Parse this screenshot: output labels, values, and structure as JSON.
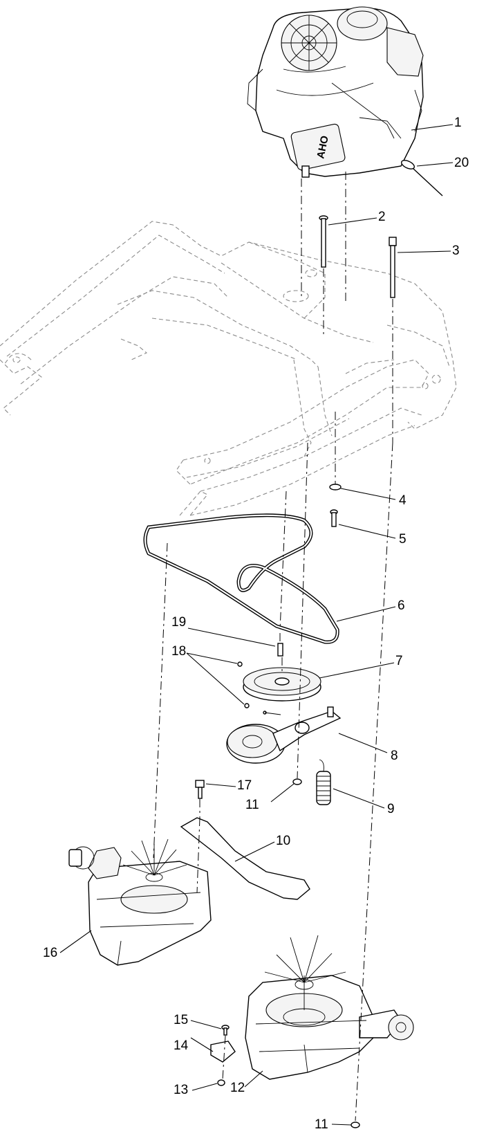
{
  "callouts": [
    {
      "id": "1",
      "text": "1"
    },
    {
      "id": "2",
      "text": "2"
    },
    {
      "id": "3",
      "text": "3"
    },
    {
      "id": "4",
      "text": "4"
    },
    {
      "id": "5",
      "text": "5"
    },
    {
      "id": "6",
      "text": "6"
    },
    {
      "id": "7",
      "text": "7"
    },
    {
      "id": "8",
      "text": "8"
    },
    {
      "id": "9",
      "text": "9"
    },
    {
      "id": "10",
      "text": "10"
    },
    {
      "id": "11a",
      "text": "11"
    },
    {
      "id": "11b",
      "text": "11"
    },
    {
      "id": "12",
      "text": "12"
    },
    {
      "id": "13",
      "text": "13"
    },
    {
      "id": "14",
      "text": "14"
    },
    {
      "id": "15",
      "text": "15"
    },
    {
      "id": "16",
      "text": "16"
    },
    {
      "id": "17",
      "text": "17"
    },
    {
      "id": "18",
      "text": "18"
    },
    {
      "id": "19",
      "text": "19"
    },
    {
      "id": "20",
      "text": "20"
    }
  ],
  "engine_brand_marking": "AHO"
}
